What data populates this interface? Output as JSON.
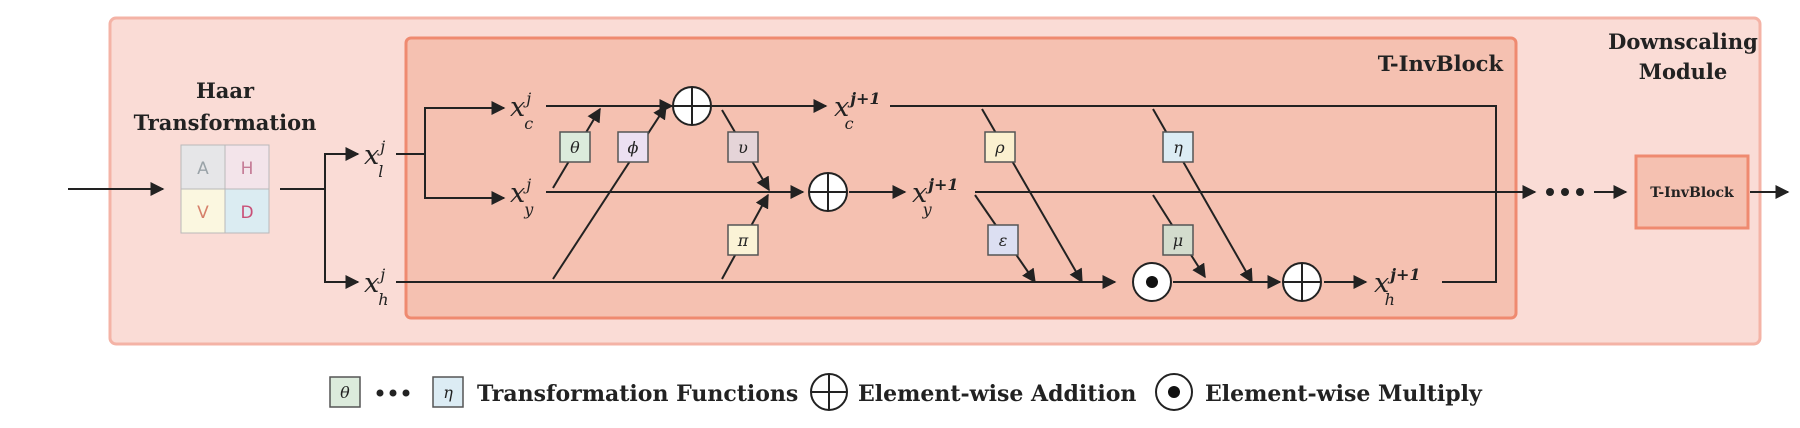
{
  "module": {
    "title_line1": "Downscaling",
    "title_line2": "Module"
  },
  "haar": {
    "title_line1": "Haar",
    "title_line2": "Transformation",
    "cells": [
      "A",
      "H",
      "V",
      "D"
    ]
  },
  "block": {
    "title": "T-InvBlock",
    "next_block_label": "T-InvBlock"
  },
  "variables": {
    "xl": {
      "base": "x",
      "sup": "j",
      "sub": "l"
    },
    "xh": {
      "base": "x",
      "sup": "j",
      "sub": "h"
    },
    "xc": {
      "base": "x",
      "sup": "j",
      "sub": "c"
    },
    "xy": {
      "base": "x",
      "sup": "j",
      "sub": "y"
    },
    "xc_next": {
      "base": "x",
      "sup": "j+1",
      "sub": "c"
    },
    "xy_next": {
      "base": "x",
      "sup": "j+1",
      "sub": "y"
    },
    "xh_next": {
      "base": "x",
      "sup": "j+1",
      "sub": "h"
    }
  },
  "functions": {
    "theta": "θ",
    "phi": "ϕ",
    "upsilon": "υ",
    "pi": "π",
    "rho": "ρ",
    "epsilon": "ε",
    "eta": "η",
    "mu": "μ"
  },
  "legend": {
    "func_start": "θ",
    "func_end": "η",
    "func_label": "Transformation Functions",
    "add_label": "Element-wise Addition",
    "mul_label": "Element-wise Multiply"
  },
  "colors": {
    "module_fill": "#fadcd6",
    "module_stroke": "#f4b3a6",
    "block_fill": "#f5c1b1",
    "block_stroke": "#ef8a70",
    "theta_fill": "#dcebdc",
    "phi_fill": "#ece0f2",
    "upsilon_fill": "#e5d4d8",
    "pi_fill": "#fbf3d6",
    "rho_fill": "#fbf0cf",
    "epsilon_fill": "#dcdff2",
    "eta_fill": "#dcecf4",
    "mu_fill": "#d3dccd"
  }
}
